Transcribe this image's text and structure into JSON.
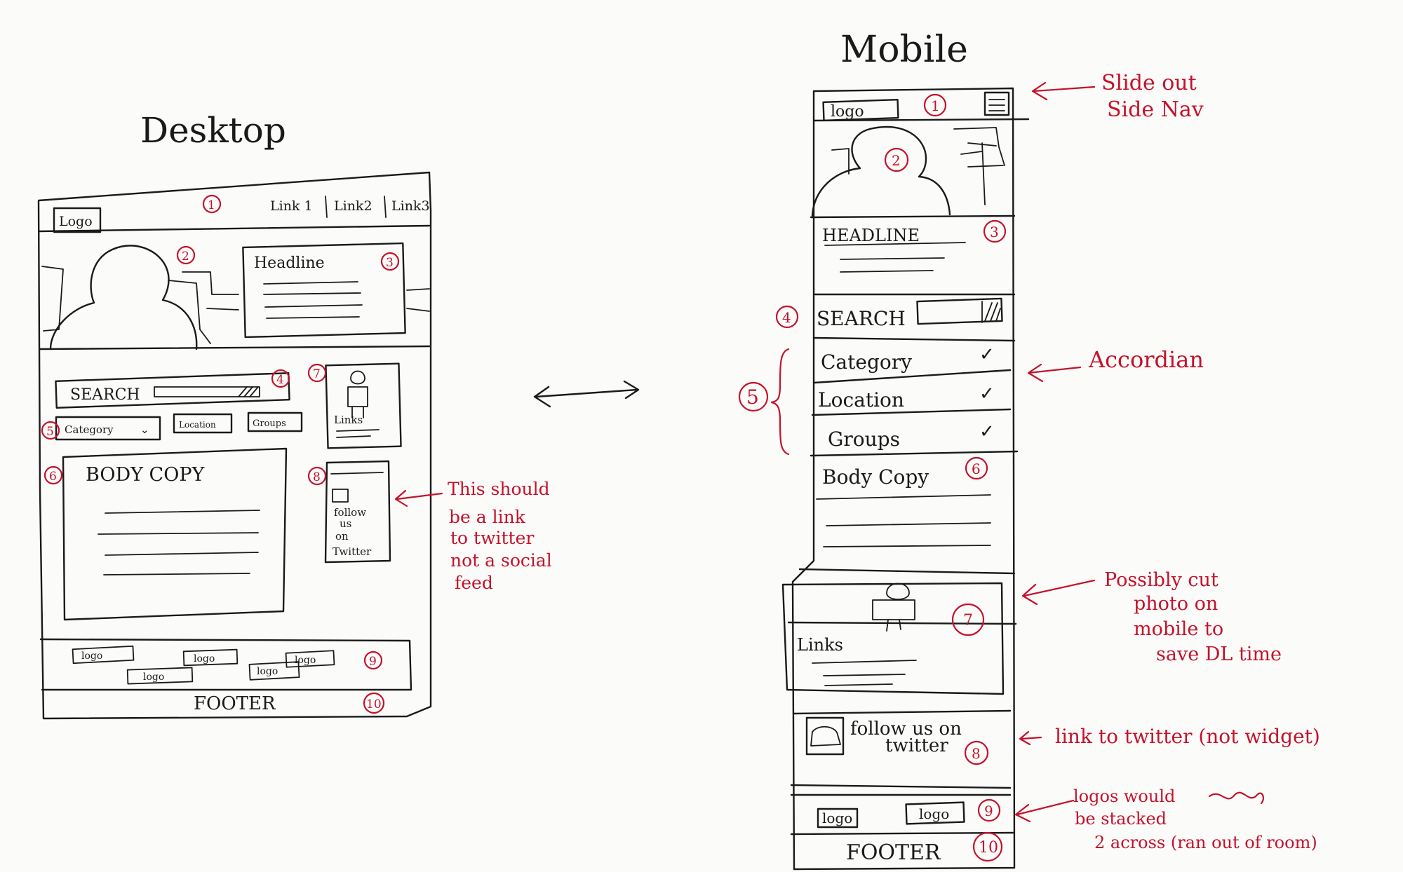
{
  "colors": {
    "ink": "#1a1a1a",
    "red": "#c4122c",
    "board": "#fbfbf9"
  },
  "desktop": {
    "title": "Desktop",
    "logo": "Logo",
    "nav_links": [
      "Link 1",
      "Link2",
      "Link3"
    ],
    "headline": "Headline",
    "search": "SEARCH",
    "filters": [
      "Category",
      "Location",
      "Groups"
    ],
    "links_box": "Links",
    "body_copy": "BODY COPY",
    "twitter_box": [
      "follow",
      "us",
      "on",
      "Twitter"
    ],
    "partner_logos": [
      "logo",
      "logo",
      "logo",
      "logo",
      "logo"
    ],
    "footer": "FOOTER",
    "numbers": [
      "1",
      "2",
      "3",
      "4",
      "5",
      "6",
      "7",
      "8",
      "9",
      "10"
    ]
  },
  "mobile": {
    "title": "Mobile",
    "logo": "logo",
    "headline": "HEADLINE",
    "search": "SEARCH",
    "accordion_items": [
      "Category",
      "Location",
      "Groups"
    ],
    "body_copy": "Body Copy",
    "links_box": "Links",
    "twitter_text": [
      "follow us on",
      "twitter"
    ],
    "logos": [
      "logo",
      "logo"
    ],
    "footer": "FOOTER",
    "numbers": [
      "1",
      "2",
      "3",
      "4",
      "5",
      "6",
      "7",
      "8",
      "9",
      "10"
    ]
  },
  "annotations": {
    "twitter_note": [
      "This should",
      "be a link",
      "to twitter",
      "not a social",
      "feed"
    ],
    "slide_nav": [
      "Slide out",
      "Side Nav"
    ],
    "accordion": "Accordian",
    "photo_note": [
      "Possibly cut",
      "photo on",
      "mobile to",
      "save DL time"
    ],
    "twitter_link_note": "link to twitter (not widget)",
    "logos_note": [
      "logos would",
      "be stacked",
      "2 across (ran out of room)"
    ]
  }
}
